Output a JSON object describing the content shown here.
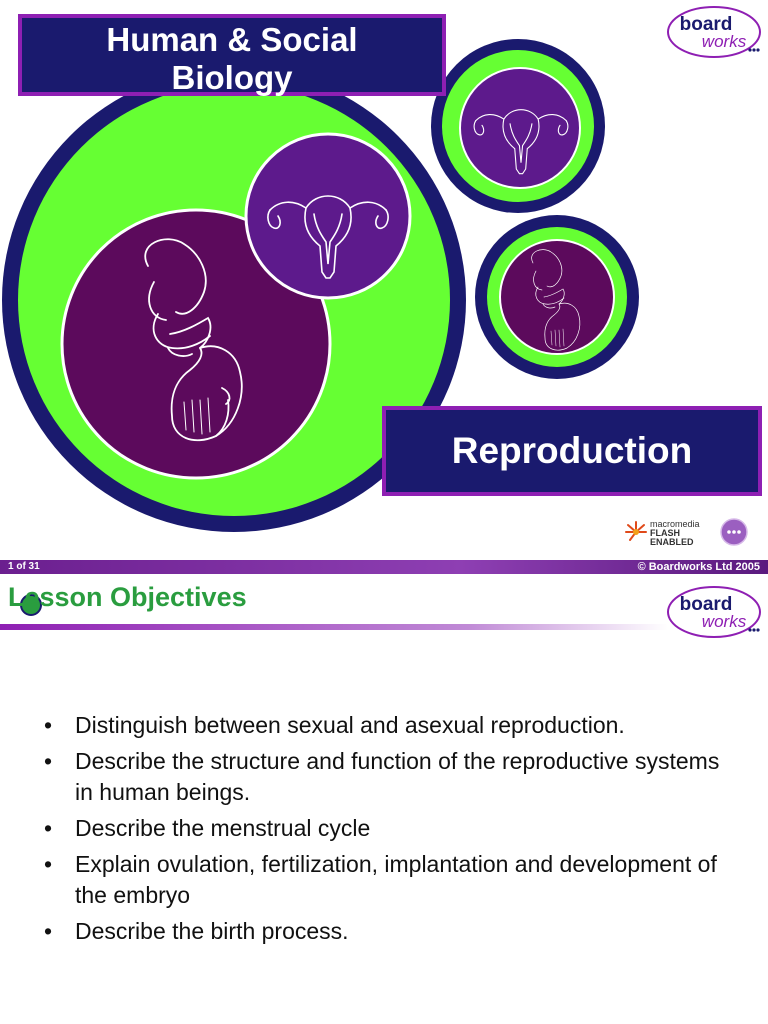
{
  "slide1": {
    "title_line1": "Human & Social",
    "title_line2": "Biology",
    "subtitle": "Reproduction",
    "logo": {
      "word1": "board",
      "word2": "works"
    },
    "flash_badge": {
      "line1": "macromedia",
      "line2": "FLASH",
      "line3": "ENABLED"
    }
  },
  "footer": {
    "page_counter": "1 of 31",
    "copyright": "© Boardworks Ltd 2005"
  },
  "slide2": {
    "title": "Lesson Objectives",
    "logo": {
      "word1": "board",
      "word2": "works"
    },
    "bullet_symbol": "•",
    "objectives": [
      "Distinguish between sexual and asexual reproduction.",
      "Describe the structure and function of the reproductive systems in human beings.",
      "Describe the menstrual cycle",
      "Explain ovulation, fertilization, implantation and development of the embryo",
      "Describe the birth process."
    ]
  },
  "colors": {
    "navy": "#1a1a6e",
    "green": "#66ff33",
    "purple": "#5c0a5c",
    "violet": "#5d1a8c",
    "accent_purple": "#8e1fb3",
    "objective_green": "#2a9d3f"
  },
  "icons": [
    "uterus-illustration",
    "fetus-illustration",
    "boardworks-logo",
    "flash-enabled-badge",
    "navigation-button-icon"
  ]
}
